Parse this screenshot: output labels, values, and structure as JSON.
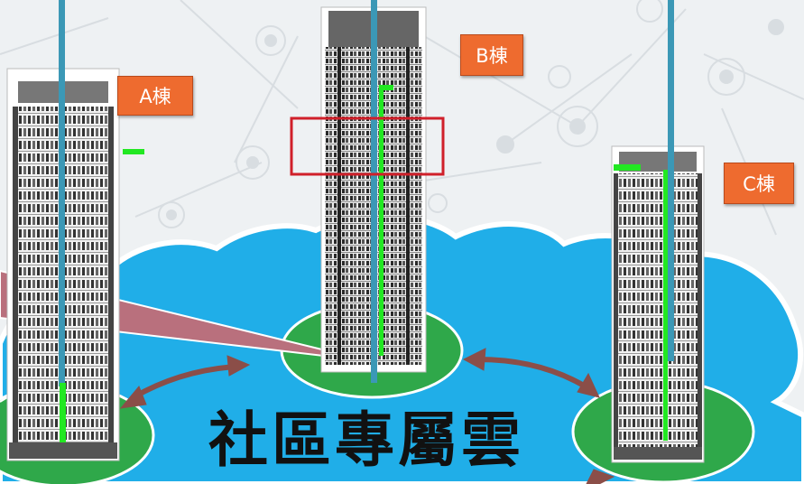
{
  "building_labels": {
    "a": "A棟",
    "b": "B棟",
    "c": "C棟"
  },
  "title": "社區專屬雲",
  "colors": {
    "cloud": "#20aee8",
    "island": "#2fa84a",
    "arrow": "#8b4e48",
    "tag": "#ee6b2f",
    "pole": "#3b98b6",
    "highlight_box": "#d0202a",
    "indicator": "#22e822"
  }
}
